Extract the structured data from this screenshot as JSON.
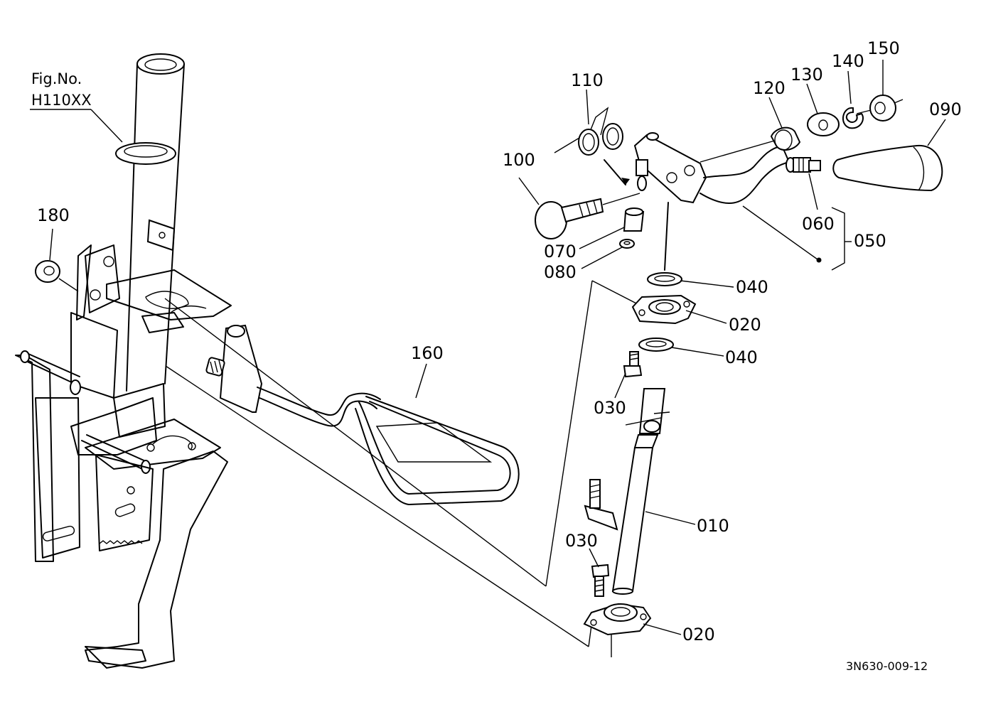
{
  "figure": {
    "fig_no_label": "Fig.No.",
    "fig_no_value": "H110XX",
    "drawing_code": "3N630-009-12"
  },
  "callouts": [
    {
      "id": "010",
      "label": "010"
    },
    {
      "id": "020a",
      "label": "020"
    },
    {
      "id": "020b",
      "label": "020"
    },
    {
      "id": "030a",
      "label": "030"
    },
    {
      "id": "030b",
      "label": "030"
    },
    {
      "id": "040a",
      "label": "040"
    },
    {
      "id": "040b",
      "label": "040"
    },
    {
      "id": "050",
      "label": "050"
    },
    {
      "id": "060",
      "label": "060"
    },
    {
      "id": "070",
      "label": "070"
    },
    {
      "id": "080",
      "label": "080"
    },
    {
      "id": "090",
      "label": "090"
    },
    {
      "id": "100",
      "label": "100"
    },
    {
      "id": "110",
      "label": "110"
    },
    {
      "id": "120",
      "label": "120"
    },
    {
      "id": "130",
      "label": "130"
    },
    {
      "id": "140",
      "label": "140"
    },
    {
      "id": "150",
      "label": "150"
    },
    {
      "id": "160",
      "label": "160"
    },
    {
      "id": "180",
      "label": "180"
    }
  ]
}
